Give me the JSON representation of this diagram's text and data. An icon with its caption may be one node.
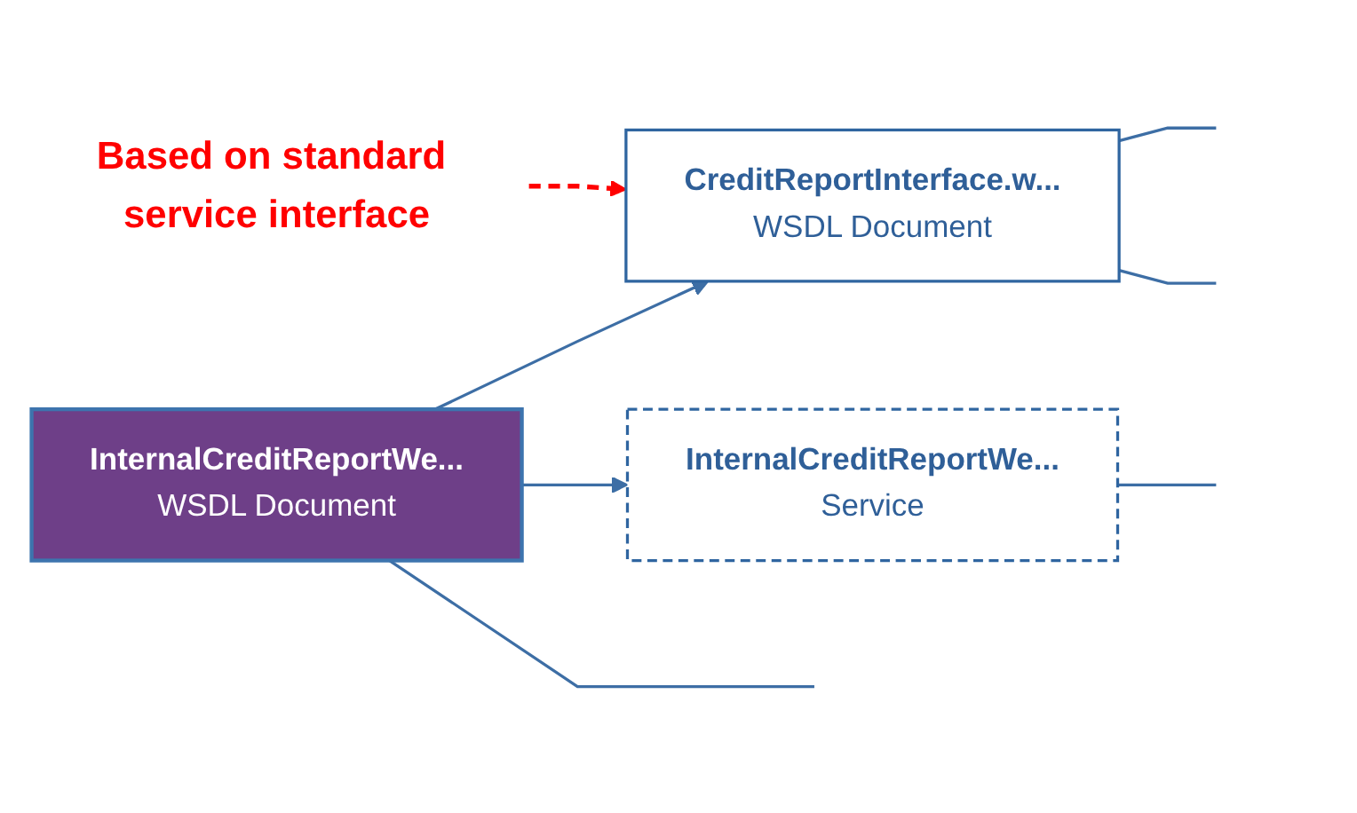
{
  "diagram": {
    "nodes": [
      {
        "text": [
          "InternalCreditReportWe...",
          "WSDL Document"
        ]
      },
      {
        "text": [
          "CreditReportInterface.w...",
          "WSDL Document"
        ]
      },
      {
        "text": [
          "InternalCreditReportWe...",
          "Service"
        ]
      },
      {
        "text": [
          "Based on standard service interface"
        ]
      }
    ],
    "edges": [
      {
        "from": 0,
        "to": 1,
        "arrow": "to"
      },
      {
        "from": 0,
        "to": 2,
        "arrow": "to"
      },
      {
        "from": 0,
        "to": null,
        "arrow": "none"
      },
      {
        "from": 1,
        "to": null,
        "arrow": "none"
      },
      {
        "from": 1,
        "to": null,
        "arrow": "none"
      },
      {
        "from": 2,
        "to": null,
        "arrow": "none"
      },
      {
        "from": 3,
        "to": 1,
        "arrow": "to",
        "style": "dashed",
        "color": "#ff0000"
      }
    ]
  }
}
